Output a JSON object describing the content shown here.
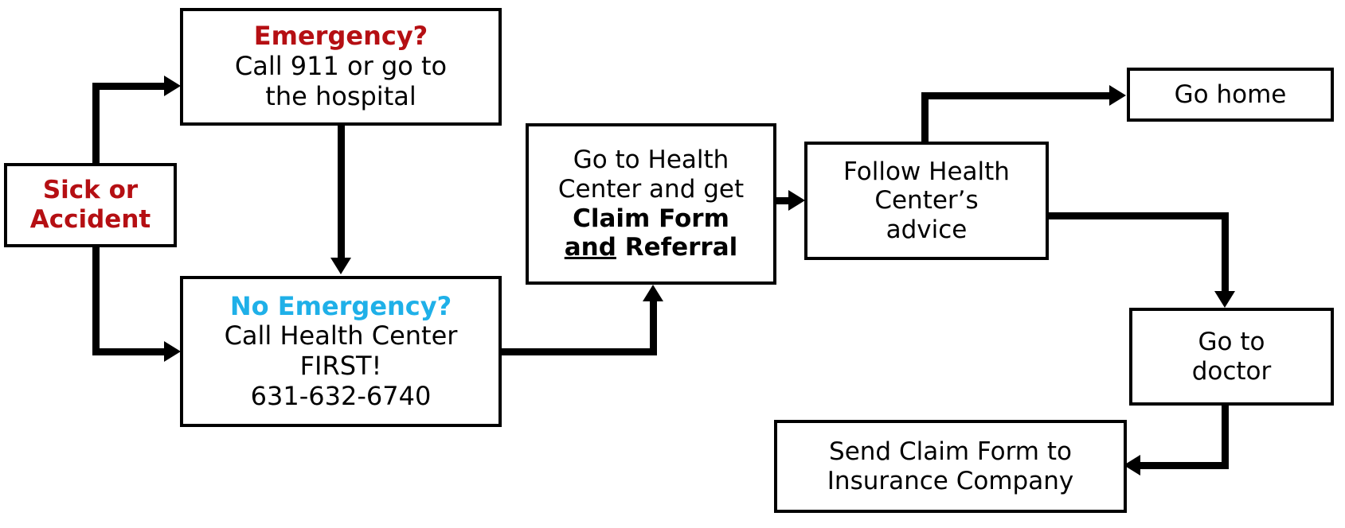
{
  "diagram": {
    "title": "Sick or Accident health care flowchart",
    "colors": {
      "red": "#b50f13",
      "cyan": "#1fb0e8",
      "black": "#000000",
      "background": "#ffffff"
    }
  },
  "nodes": {
    "sick_or_accident": {
      "line1": "Sick or",
      "line2": "Accident"
    },
    "emergency": {
      "line1": "Emergency?",
      "line2": "Call 911 or go to",
      "line3": "the hospital"
    },
    "no_emergency": {
      "line1": "No Emergency?",
      "line2": "Call Health Center",
      "line3": "FIRST!",
      "line4": "631-632-6740"
    },
    "health_center": {
      "line1": "Go to Health",
      "line2": "Center and get",
      "line3": "Claim Form",
      "line4_a": "and",
      "line4_b": "Referral"
    },
    "follow_advice": {
      "line1": "Follow Health",
      "line2": "Center’s",
      "line3": "advice"
    },
    "go_home": {
      "line1": "Go home"
    },
    "go_to_doctor": {
      "line1": "Go to",
      "line2": "doctor"
    },
    "send_claim_form": {
      "line1": "Send Claim Form to",
      "line2": "Insurance Company"
    }
  }
}
